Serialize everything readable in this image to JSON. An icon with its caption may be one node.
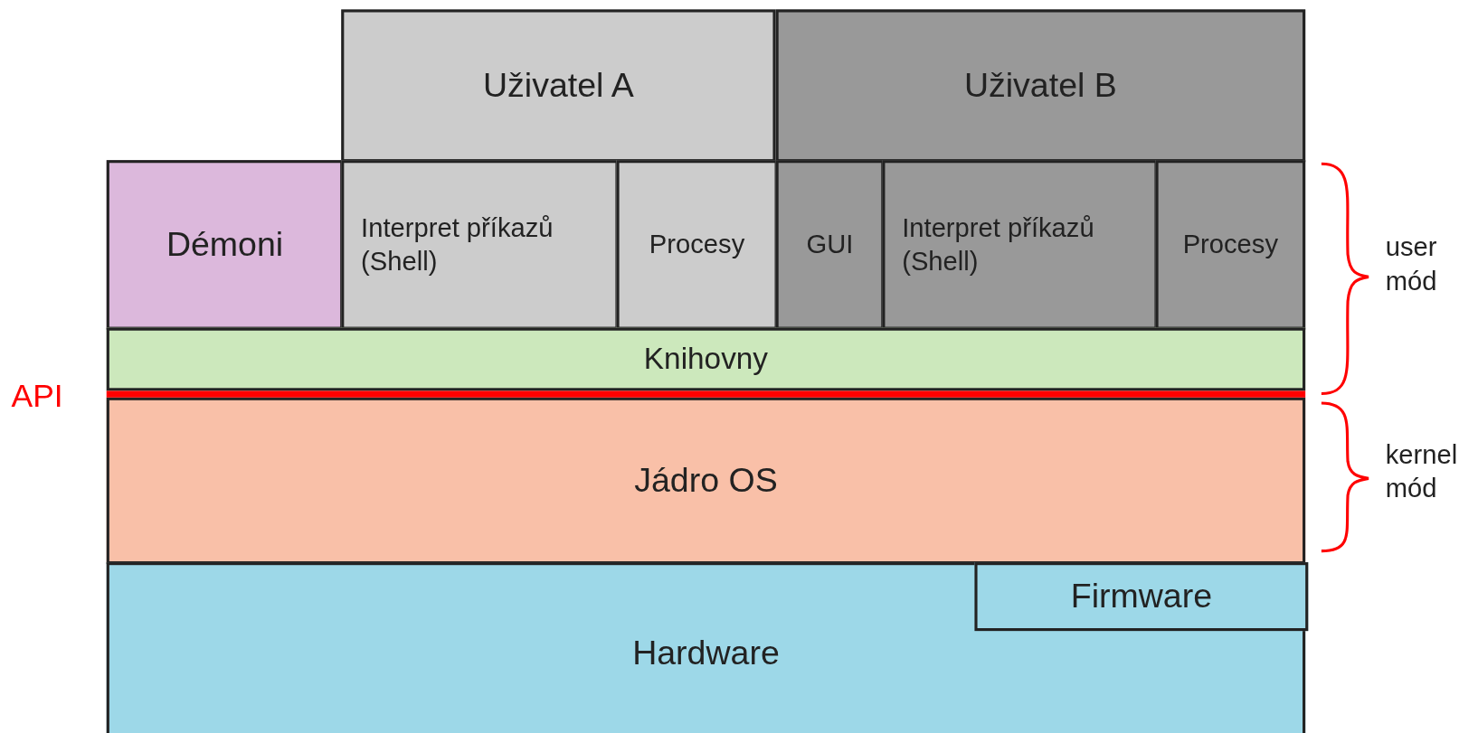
{
  "diagram": {
    "nodes": [
      {
        "text": [
          "Uživatel A"
        ]
      },
      {
        "text": [
          "Uživatel B"
        ]
      },
      {
        "text": [
          "Démoni"
        ]
      },
      {
        "text": [
          "Interpret příkazů (Shell)"
        ]
      },
      {
        "text": [
          "Procesy"
        ]
      },
      {
        "text": [
          "GUI"
        ]
      },
      {
        "text": [
          "Interpret příkazů (Shell)"
        ]
      },
      {
        "text": [
          "Procesy"
        ]
      },
      {
        "text": [
          "Knihovny"
        ]
      },
      {
        "text": [
          "Jádro OS"
        ]
      },
      {
        "text": [
          "Hardware"
        ]
      },
      {
        "text": [
          "Firmware"
        ],
        "in": 10
      }
    ],
    "edges": [],
    "labels": [
      "API",
      "user mód",
      "kernel mód"
    ]
  }
}
